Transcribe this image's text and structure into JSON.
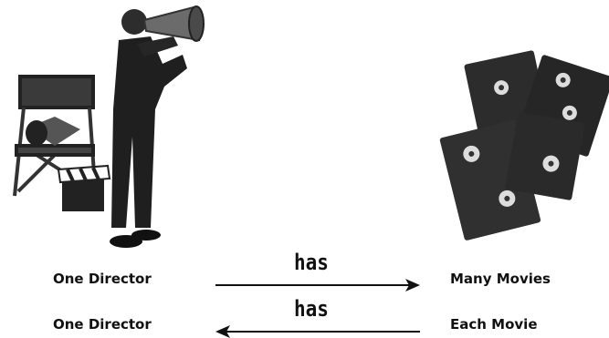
{
  "rows": [
    {
      "left": "One Director",
      "relation": "has",
      "right": "Many Movies",
      "arrow_direction": "right"
    },
    {
      "left": "One Director",
      "relation": "has",
      "right": "Each Movie",
      "arrow_direction": "left"
    }
  ],
  "images": {
    "director": "man-with-megaphone-and-directors-chair",
    "movies": "stack-of-vhs-tapes"
  },
  "colors": {
    "ink": "#111111",
    "tape": "#2a2a2a",
    "paper": "#ffffff"
  }
}
